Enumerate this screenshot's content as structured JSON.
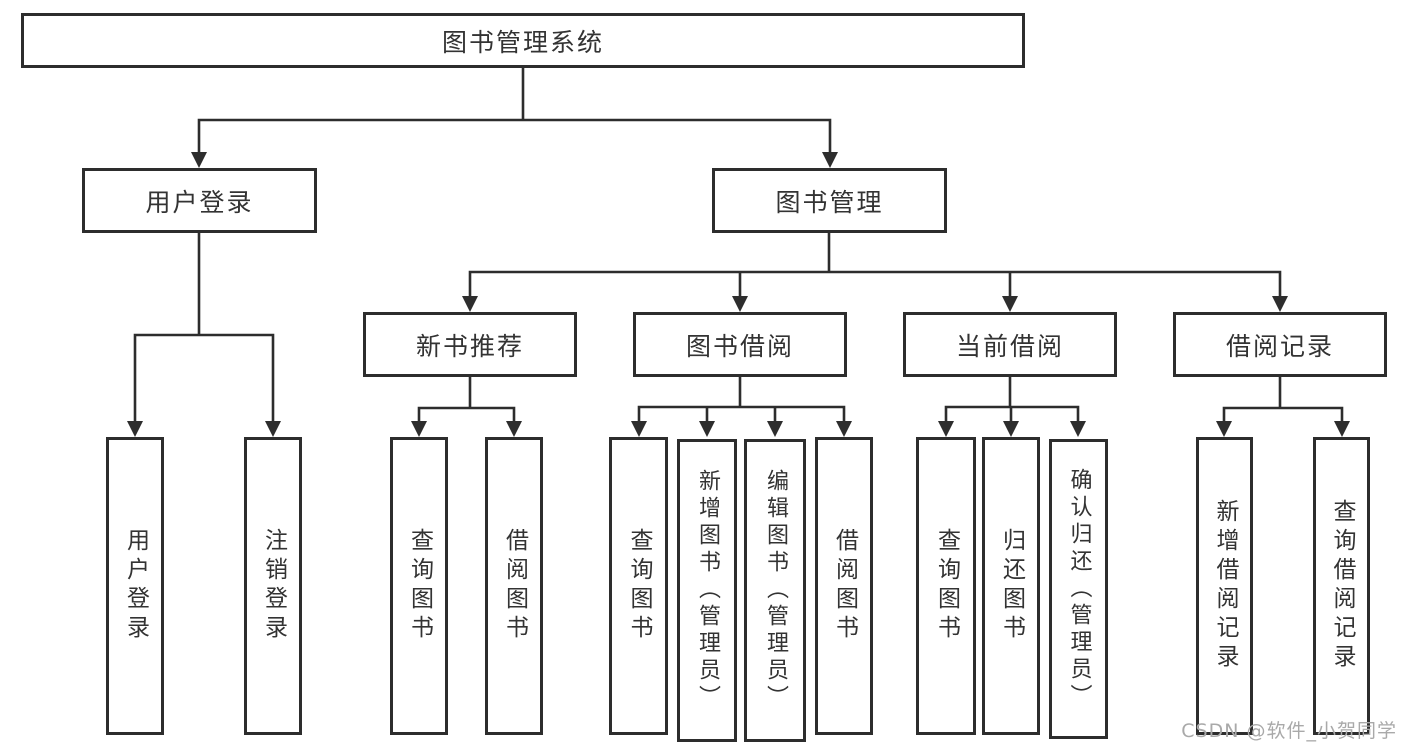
{
  "diagram": {
    "title": "图书管理系统",
    "level2": {
      "user_login": "用户登录",
      "book_management": "图书管理"
    },
    "level3": {
      "new_book_recommendation": "新书推荐",
      "book_borrowing": "图书借阅",
      "current_borrowing": "当前借阅",
      "borrowing_records": "借阅记录"
    },
    "leaves": {
      "user_login": "用户登录",
      "logout": "注销登录",
      "query_books_recommend": "查询图书",
      "borrow_books_recommend": "借阅图书",
      "query_books_borrowing": "查询图书",
      "add_book_admin": "新增图书（管理员）",
      "edit_book_admin": "编辑图书（管理员）",
      "borrow_books_borrowing": "借阅图书",
      "query_books_current": "查询图书",
      "return_books": "归还图书",
      "confirm_return_admin": "确认归还（管理员）",
      "add_borrow_record": "新增借阅记录",
      "query_borrow_record": "查询借阅记录"
    }
  },
  "watermark": {
    "text": "CSDN @软件_小贺同学"
  },
  "colors": {
    "line": "#2d2d2d",
    "text": "#333333",
    "box_fill": "#ffffff",
    "watermark": "#a9a9a9"
  }
}
